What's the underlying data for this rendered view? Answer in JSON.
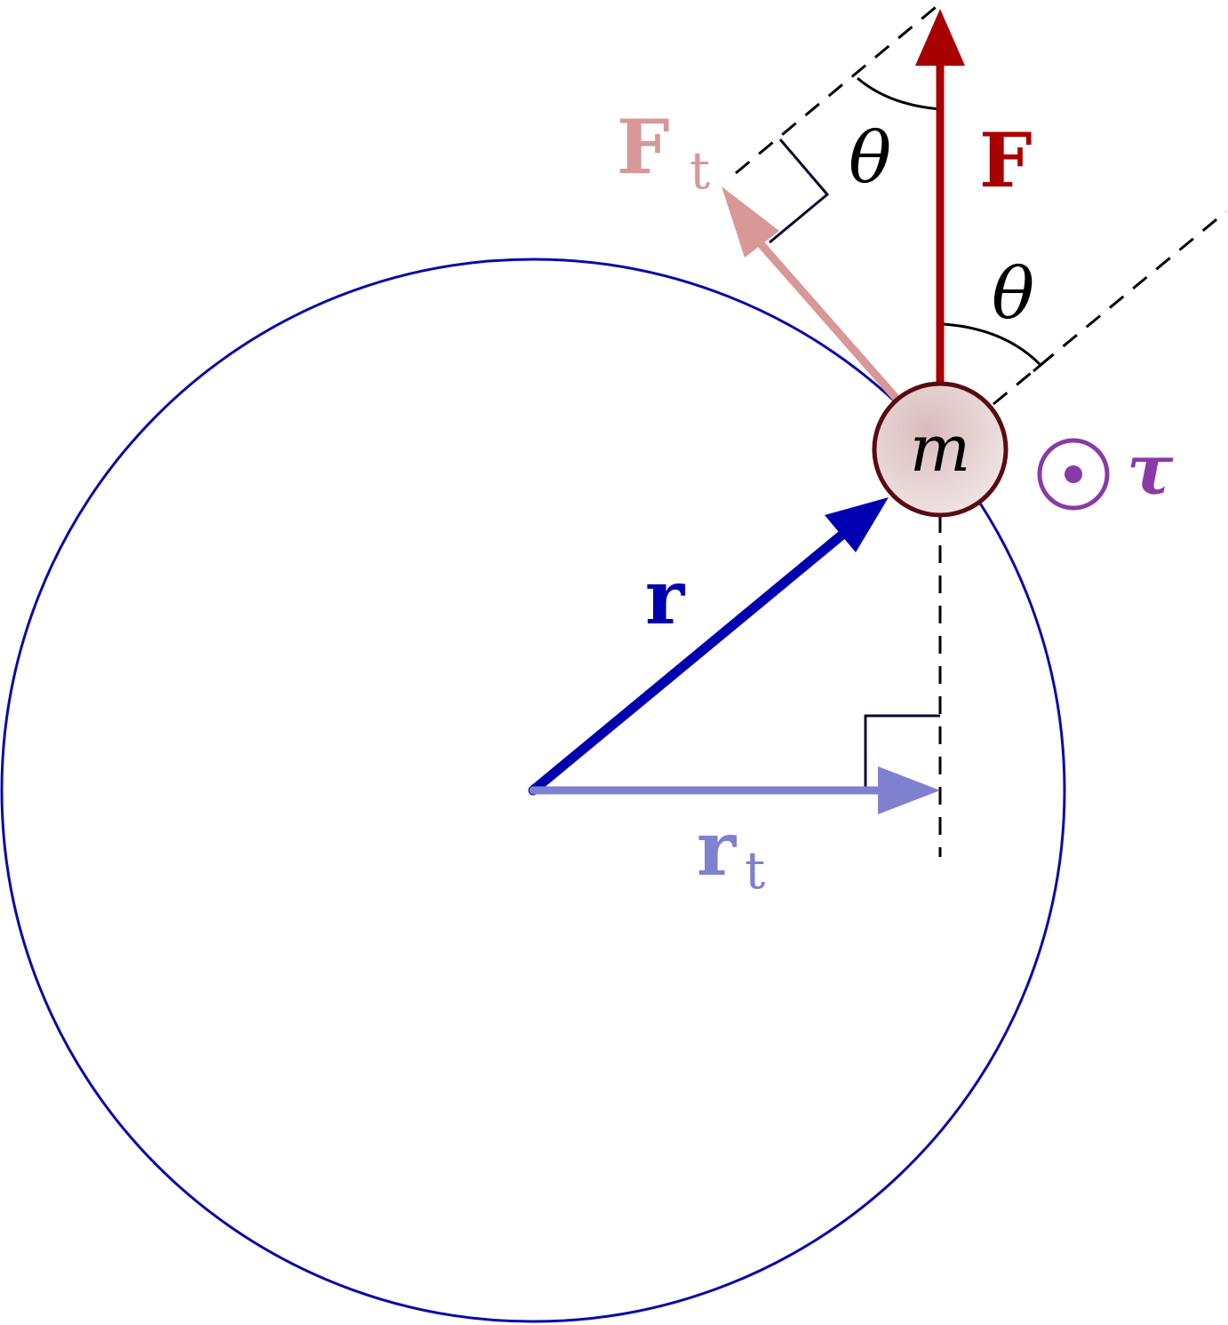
{
  "labels": {
    "force": "F",
    "force_tangential_main": "F",
    "force_tangential_sub": "t",
    "radius": "r",
    "radius_tangential_main": "r",
    "radius_tangential_sub": "t",
    "mass": "m",
    "theta_upper": "θ",
    "theta_lower": "θ",
    "torque": "τ"
  },
  "colors": {
    "circle": "#0a0aa8",
    "radius_vector": "#0000b0",
    "radius_tangential": "#8080d0",
    "force": "#a80000",
    "force_tangential": "#d89898",
    "mass_fill": "#e3cece",
    "mass_stroke": "#5a0a10",
    "torque": "#8a3aa8",
    "dashed": "#000000",
    "angle_marks": "#000000",
    "right_angle": "#0a0a30"
  },
  "icons": {
    "torque_symbol": "circle-dot-out-of-page-icon"
  }
}
